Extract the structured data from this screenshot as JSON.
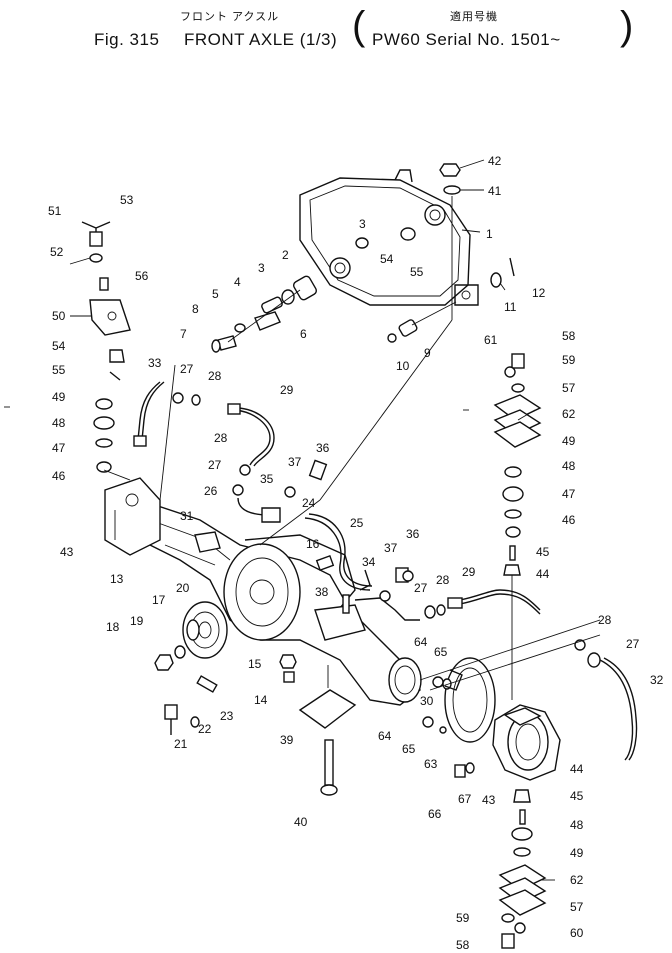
{
  "header": {
    "jp_title": "フロント アクスル",
    "jp_applicable": "適用号機",
    "fig_label": "Fig. 315",
    "title": "FRONT  AXLE  (1/3)",
    "applicable": "PW60  Serial  No. 1501~"
  },
  "callouts": [
    {
      "id": "c42",
      "text": "42"
    },
    {
      "id": "c41",
      "text": "41"
    },
    {
      "id": "c1",
      "text": "1"
    },
    {
      "id": "c3a",
      "text": "3"
    },
    {
      "id": "c54a",
      "text": "54"
    },
    {
      "id": "c55a",
      "text": "55"
    },
    {
      "id": "c12",
      "text": "12"
    },
    {
      "id": "c11",
      "text": "11"
    },
    {
      "id": "c2",
      "text": "2"
    },
    {
      "id": "c3b",
      "text": "3"
    },
    {
      "id": "c4",
      "text": "4"
    },
    {
      "id": "c5",
      "text": "5"
    },
    {
      "id": "c8",
      "text": "8"
    },
    {
      "id": "c6",
      "text": "6"
    },
    {
      "id": "c7",
      "text": "7"
    },
    {
      "id": "c9",
      "text": "9"
    },
    {
      "id": "c10",
      "text": "10"
    },
    {
      "id": "c51",
      "text": "51"
    },
    {
      "id": "c53",
      "text": "53"
    },
    {
      "id": "c52",
      "text": "52"
    },
    {
      "id": "c56",
      "text": "56"
    },
    {
      "id": "c50",
      "text": "50"
    },
    {
      "id": "c54b",
      "text": "54"
    },
    {
      "id": "c55b",
      "text": "55"
    },
    {
      "id": "c49a",
      "text": "49"
    },
    {
      "id": "c48a",
      "text": "48"
    },
    {
      "id": "c47a",
      "text": "47"
    },
    {
      "id": "c46a",
      "text": "46"
    },
    {
      "id": "c33",
      "text": "33"
    },
    {
      "id": "c27a",
      "text": "27"
    },
    {
      "id": "c28a",
      "text": "28"
    },
    {
      "id": "c29a",
      "text": "29"
    },
    {
      "id": "c28b",
      "text": "28"
    },
    {
      "id": "c27b",
      "text": "27"
    },
    {
      "id": "c37a",
      "text": "37"
    },
    {
      "id": "c36a",
      "text": "36"
    },
    {
      "id": "c35",
      "text": "35"
    },
    {
      "id": "c26",
      "text": "26"
    },
    {
      "id": "c24",
      "text": "24"
    },
    {
      "id": "c31",
      "text": "31"
    },
    {
      "id": "c43a",
      "text": "43"
    },
    {
      "id": "c13",
      "text": "13"
    },
    {
      "id": "c25",
      "text": "25"
    },
    {
      "id": "c16",
      "text": "16"
    },
    {
      "id": "c36b",
      "text": "36"
    },
    {
      "id": "c37b",
      "text": "37"
    },
    {
      "id": "c34",
      "text": "34"
    },
    {
      "id": "c38",
      "text": "38"
    },
    {
      "id": "c27c",
      "text": "27"
    },
    {
      "id": "c28c",
      "text": "28"
    },
    {
      "id": "c29b",
      "text": "29"
    },
    {
      "id": "c20",
      "text": "20"
    },
    {
      "id": "c17",
      "text": "17"
    },
    {
      "id": "c18",
      "text": "18"
    },
    {
      "id": "c19",
      "text": "19"
    },
    {
      "id": "c15",
      "text": "15"
    },
    {
      "id": "c14",
      "text": "14"
    },
    {
      "id": "c23",
      "text": "23"
    },
    {
      "id": "c21",
      "text": "21"
    },
    {
      "id": "c22",
      "text": "22"
    },
    {
      "id": "c39",
      "text": "39"
    },
    {
      "id": "c40",
      "text": "40"
    },
    {
      "id": "c58a",
      "text": "58"
    },
    {
      "id": "c61",
      "text": "61"
    },
    {
      "id": "c59a",
      "text": "59"
    },
    {
      "id": "c57a",
      "text": "57"
    },
    {
      "id": "c62a",
      "text": "62"
    },
    {
      "id": "c49b",
      "text": "49"
    },
    {
      "id": "c48b",
      "text": "48"
    },
    {
      "id": "c47b",
      "text": "47"
    },
    {
      "id": "c46b",
      "text": "46"
    },
    {
      "id": "c45a",
      "text": "45"
    },
    {
      "id": "c44a",
      "text": "44"
    },
    {
      "id": "c28d",
      "text": "28"
    },
    {
      "id": "c27d",
      "text": "27"
    },
    {
      "id": "c32",
      "text": "32"
    },
    {
      "id": "c64a",
      "text": "64"
    },
    {
      "id": "c65a",
      "text": "65"
    },
    {
      "id": "c30",
      "text": "30"
    },
    {
      "id": "c64b",
      "text": "64"
    },
    {
      "id": "c65b",
      "text": "65"
    },
    {
      "id": "c63",
      "text": "63"
    },
    {
      "id": "c66",
      "text": "66"
    },
    {
      "id": "c67",
      "text": "67"
    },
    {
      "id": "c43b",
      "text": "43"
    },
    {
      "id": "c44b",
      "text": "44"
    },
    {
      "id": "c45b",
      "text": "45"
    },
    {
      "id": "c48c",
      "text": "48"
    },
    {
      "id": "c49c",
      "text": "49"
    },
    {
      "id": "c62b",
      "text": "62"
    },
    {
      "id": "c57b",
      "text": "57"
    },
    {
      "id": "c59b",
      "text": "59"
    },
    {
      "id": "c60",
      "text": "60"
    },
    {
      "id": "c58b",
      "text": "58"
    }
  ]
}
